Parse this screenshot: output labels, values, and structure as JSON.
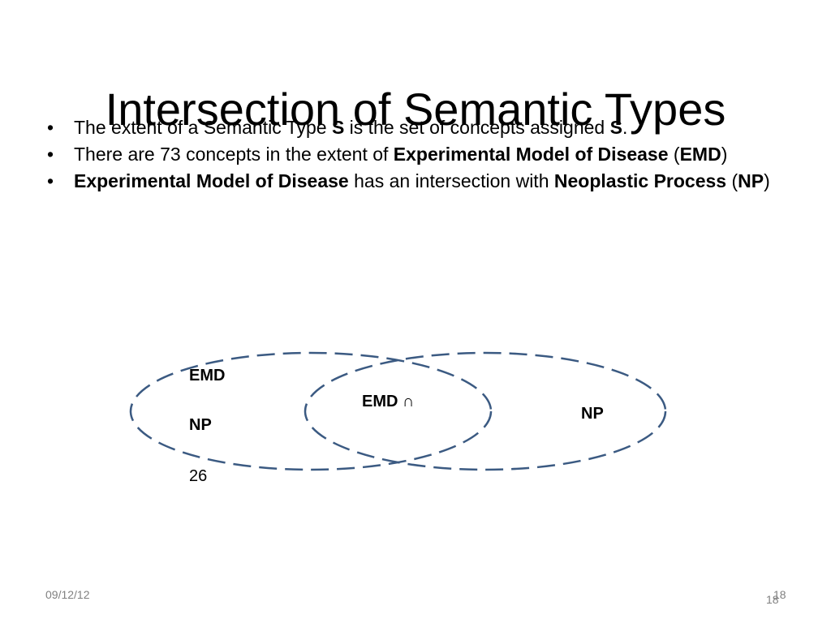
{
  "slide": {
    "title": "Intersection of Semantic Types",
    "bullet_symbol": "•",
    "bullets": [
      {
        "runs": [
          {
            "text": "The extent of a Semantic Type ",
            "bold": false
          },
          {
            "text": "S",
            "bold": true
          },
          {
            "text": " is the set of concepts assigned ",
            "bold": false
          },
          {
            "text": "S",
            "bold": true
          },
          {
            "text": ".",
            "bold": false
          }
        ]
      },
      {
        "runs": [
          {
            "text": "There are 73 concepts in the extent of ",
            "bold": false
          },
          {
            "text": "Experimental Model of Disease",
            "bold": true
          },
          {
            "text": " (",
            "bold": false
          },
          {
            "text": "EMD",
            "bold": true
          },
          {
            "text": ")",
            "bold": false
          }
        ]
      },
      {
        "runs": [
          {
            "text": "Experimental Model of Disease",
            "bold": true
          },
          {
            "text": " has an intersection with ",
            "bold": false
          },
          {
            "text": "Neoplastic Process",
            "bold": true
          },
          {
            "text": " (",
            "bold": false
          },
          {
            "text": "NP",
            "bold": true
          },
          {
            "text": ")",
            "bold": false
          }
        ]
      }
    ]
  },
  "venn": {
    "left_label_top": "EMD",
    "left_label_bottom": "NP",
    "left_count": "26",
    "middle_label": "EMD ∩",
    "right_label": "NP",
    "stroke_color": "#3b5a82"
  },
  "footer": {
    "date": "09/12/12",
    "page_number": "18",
    "page_number_overlay": "18"
  }
}
